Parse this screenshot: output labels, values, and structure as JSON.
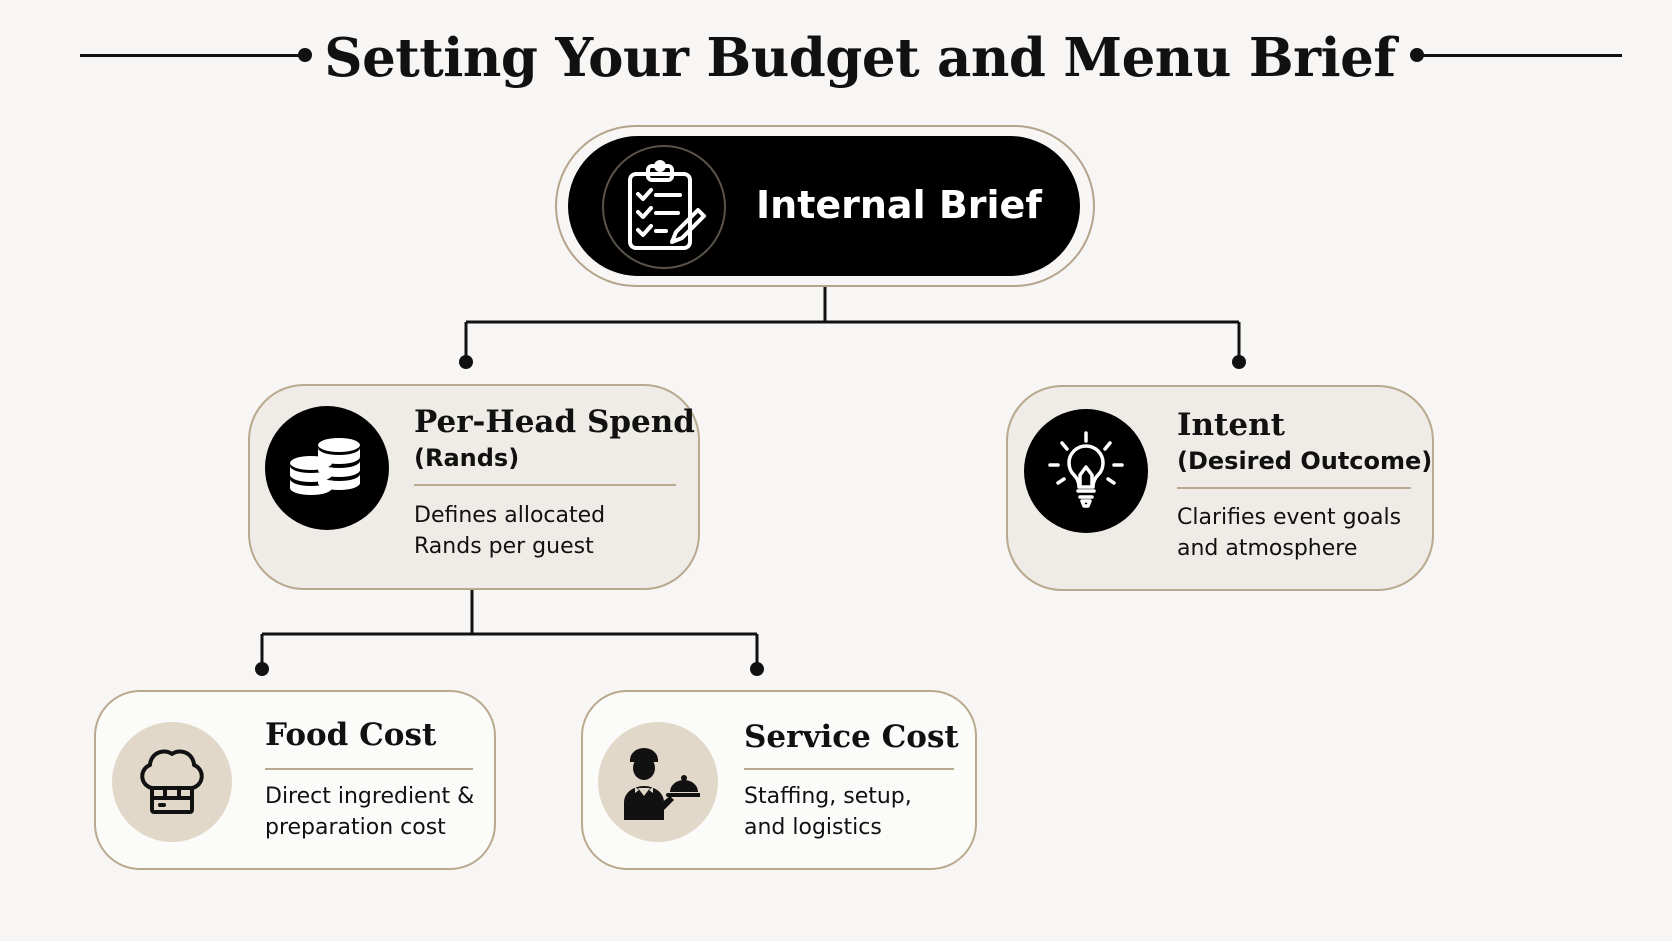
{
  "title": "Setting Your Budget and Menu Brief",
  "root": {
    "label": "Internal Brief",
    "icon": "clipboard-checklist-icon"
  },
  "nodes": {
    "per_head": {
      "title": "Per-Head Spend",
      "subtitle": "(Rands)",
      "desc_line1": "Defines allocated",
      "desc_line2": "Rands per guest",
      "icon": "coin-stacks-icon"
    },
    "intent": {
      "title": "Intent",
      "subtitle": "(Desired Outcome)",
      "desc_line1": "Clarifies event goals",
      "desc_line2": "and atmosphere",
      "icon": "lightbulb-icon"
    },
    "food_cost": {
      "title": "Food Cost",
      "desc_line1": "Direct ingredient &",
      "desc_line2": "preparation cost",
      "icon": "chef-hat-icon"
    },
    "service_cost": {
      "title": "Service Cost",
      "desc_line1": "Staffing, setup,",
      "desc_line2": "and logistics",
      "icon": "waiter-cloche-icon"
    }
  },
  "colors": {
    "background": "#f7f6f4",
    "ink": "#111111",
    "card_fill": "#efece7",
    "card_border": "#b9a98f",
    "icon_beige": "#e2d8c9"
  }
}
